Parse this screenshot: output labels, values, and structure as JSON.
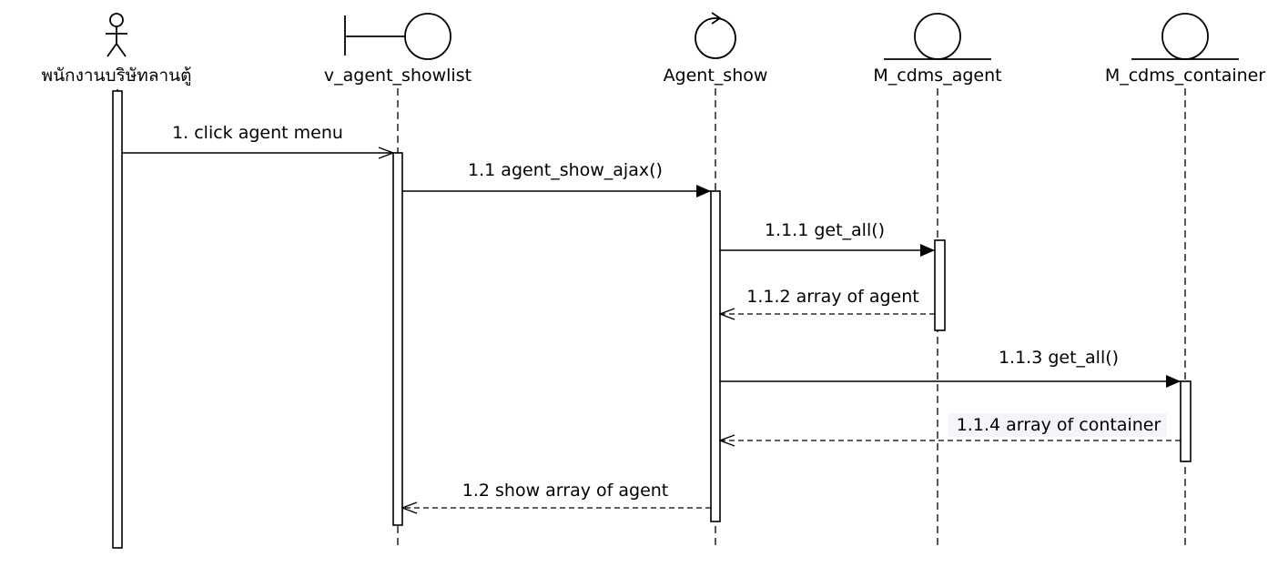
{
  "participants": [
    {
      "id": "actor",
      "name": "พนักงานบริษัทลานตู้",
      "kind": "actor"
    },
    {
      "id": "boundary",
      "name": "v_agent_showlist",
      "kind": "boundary"
    },
    {
      "id": "control",
      "name": "Agent_show",
      "kind": "control"
    },
    {
      "id": "entity1",
      "name": "M_cdms_agent",
      "kind": "entity"
    },
    {
      "id": "entity2",
      "name": "M_cdms_container",
      "kind": "entity"
    }
  ],
  "messages": [
    {
      "label": "1. click agent menu",
      "from": "actor",
      "to": "boundary",
      "kind": "call-open"
    },
    {
      "label": "1.1 agent_show_ajax()",
      "from": "boundary",
      "to": "control",
      "kind": "call"
    },
    {
      "label": "1.1.1 get_all()",
      "from": "control",
      "to": "entity1",
      "kind": "call"
    },
    {
      "label": "1.1.2 array of agent",
      "from": "entity1",
      "to": "control",
      "kind": "return"
    },
    {
      "label": "1.1.3 get_all()",
      "from": "control",
      "to": "entity2",
      "kind": "call"
    },
    {
      "label": "1.1.4 array of container",
      "from": "entity2",
      "to": "control",
      "kind": "return"
    },
    {
      "label": "1.2 show array of agent",
      "from": "control",
      "to": "boundary",
      "kind": "return"
    }
  ]
}
